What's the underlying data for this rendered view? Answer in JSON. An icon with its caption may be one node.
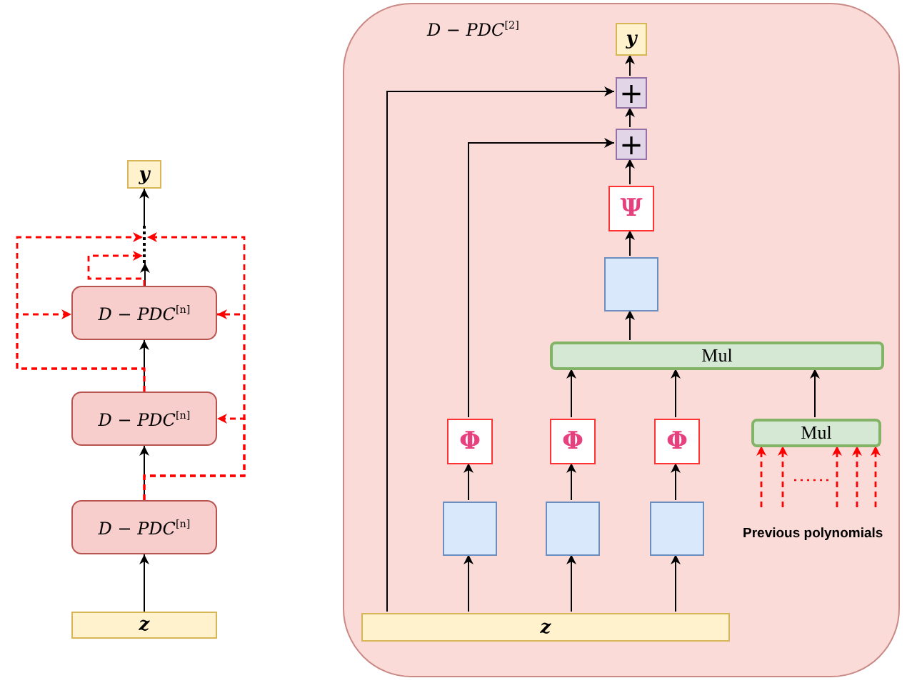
{
  "diagram": {
    "nodes": [
      {
        "text": [
          "y"
        ]
      },
      {
        "text": [],
        "shape": "dots"
      },
      {
        "text": [
          "D − PDC$^{[n]}$"
        ]
      },
      {
        "text": [
          "D − PDC$^{[n]}$"
        ]
      },
      {
        "text": [
          "D − PDC$^{[n]}$"
        ]
      },
      {
        "text": [
          "z"
        ]
      },
      {
        "text": [
          "D − PDC$^{[2]}$"
        ]
      },
      {
        "text": [
          "y"
        ],
        "in": 6
      },
      {
        "text": [
          "+"
        ],
        "in": 6
      },
      {
        "text": [
          "+"
        ],
        "in": 6
      },
      {
        "text": [
          "Ψ"
        ],
        "in": 6
      },
      {
        "text": [],
        "shape": "box",
        "in": 6
      },
      {
        "text": [
          "Mul"
        ],
        "in": 6
      },
      {
        "text": [
          "Φ"
        ],
        "in": 6
      },
      {
        "text": [
          "Φ"
        ],
        "in": 6
      },
      {
        "text": [
          "Φ"
        ],
        "in": 6
      },
      {
        "text": [
          "Mul"
        ],
        "in": 6
      },
      {
        "text": [],
        "shape": "box",
        "in": 6
      },
      {
        "text": [],
        "shape": "box",
        "in": 6
      },
      {
        "text": [],
        "shape": "box",
        "in": 6
      },
      {
        "text": [
          "z"
        ],
        "in": 6
      }
    ],
    "edges": [
      {
        "from": 5,
        "to": 4,
        "arrow": "to"
      },
      {
        "from": 4,
        "to": 3,
        "arrow": "to"
      },
      {
        "from": 3,
        "to": 2,
        "arrow": "to"
      },
      {
        "from": 2,
        "to": 1,
        "arrow": "to"
      },
      {
        "from": 1,
        "to": 0,
        "arrow": "to"
      },
      {
        "from": 2,
        "to": 1,
        "arrow": "to",
        "style": "dashed",
        "color": "#ff0000"
      },
      {
        "from": 3,
        "to": 1,
        "arrow": "to",
        "style": "dashed",
        "color": "#ff0000"
      },
      {
        "from": 3,
        "to": 2,
        "arrow": "to",
        "style": "dashed",
        "color": "#ff0000"
      },
      {
        "from": 4,
        "to": 1,
        "arrow": "to",
        "style": "dashed",
        "color": "#ff0000"
      },
      {
        "from": 4,
        "to": 2,
        "arrow": "to",
        "style": "dashed",
        "color": "#ff0000"
      },
      {
        "from": 4,
        "to": 3,
        "arrow": "to",
        "style": "dashed",
        "color": "#ff0000"
      },
      {
        "from": 20,
        "to": 17,
        "arrow": "to"
      },
      {
        "from": 20,
        "to": 18,
        "arrow": "to"
      },
      {
        "from": 20,
        "to": 19,
        "arrow": "to"
      },
      {
        "from": 17,
        "to": 13,
        "arrow": "to"
      },
      {
        "from": 18,
        "to": 14,
        "arrow": "to"
      },
      {
        "from": 19,
        "to": 15,
        "arrow": "to"
      },
      {
        "from": 14,
        "to": 12,
        "arrow": "to"
      },
      {
        "from": 15,
        "to": 12,
        "arrow": "to"
      },
      {
        "from": 16,
        "to": 12,
        "arrow": "to"
      },
      {
        "from": 12,
        "to": 11,
        "arrow": "to"
      },
      {
        "from": 11,
        "to": 10,
        "arrow": "to"
      },
      {
        "from": 10,
        "to": 9,
        "arrow": "to"
      },
      {
        "from": 9,
        "to": 8,
        "arrow": "to"
      },
      {
        "from": 8,
        "to": 7,
        "arrow": "to"
      },
      {
        "from": 20,
        "to": 8,
        "arrow": "to"
      },
      {
        "from": 13,
        "to": 9,
        "arrow": "to"
      },
      {
        "from": null,
        "to": 16,
        "arrow": "to",
        "style": "dashed",
        "color": "#ff0000"
      },
      {
        "from": null,
        "to": 16,
        "arrow": "to",
        "style": "dashed",
        "color": "#ff0000"
      },
      {
        "from": null,
        "to": 16,
        "arrow": "to",
        "style": "dashed",
        "color": "#ff0000"
      },
      {
        "from": null,
        "to": 16,
        "arrow": "to",
        "style": "dashed",
        "color": "#ff0000"
      },
      {
        "from": null,
        "to": 16,
        "arrow": "to",
        "style": "dashed",
        "color": "#ff0000"
      }
    ],
    "labels": [
      "Previous polynomials"
    ]
  }
}
